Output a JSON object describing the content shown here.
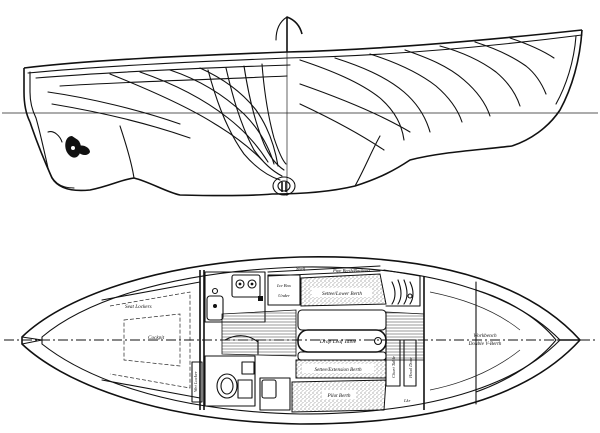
{
  "drawing": {
    "profile_view": {},
    "accommodation_plan": {
      "labels": {
        "shelf": "Shelf",
        "pipe_berth": "Pipe Berth/Backrest",
        "ice_box": "Ice Box",
        "ice_box_under": "Under",
        "settee_lower_berth": "Settee/Lower Berth",
        "seat_lockers": "Seat Lockers",
        "cockpit": "Cockpit",
        "drop_leaf_table": "Drop Leaf Table",
        "workbench": "Workbench",
        "double_v_berth": "Double V-Berth",
        "settee_extension_berth": "Settee/Extension Berth",
        "chart_table": "Chart Table",
        "head_door": "Head Door",
        "pilot_berth": "Pilot Berth",
        "wet_locker": "Wet Locker",
        "locker": "Lkr"
      }
    }
  }
}
